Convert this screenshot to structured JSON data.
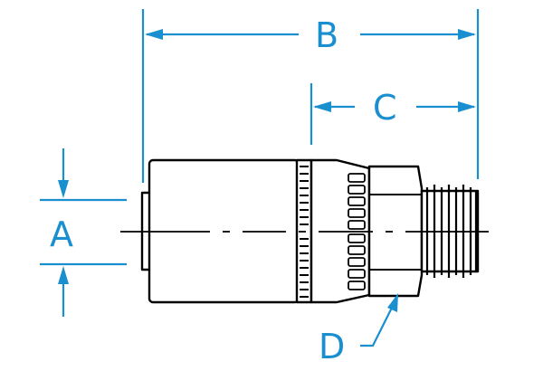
{
  "diagram": {
    "labels": {
      "a": "A",
      "b": "B",
      "c": "C",
      "d": "D"
    },
    "colors": {
      "dimension": "#1a8fd0",
      "outline": "#000000",
      "background": "#ffffff"
    }
  }
}
